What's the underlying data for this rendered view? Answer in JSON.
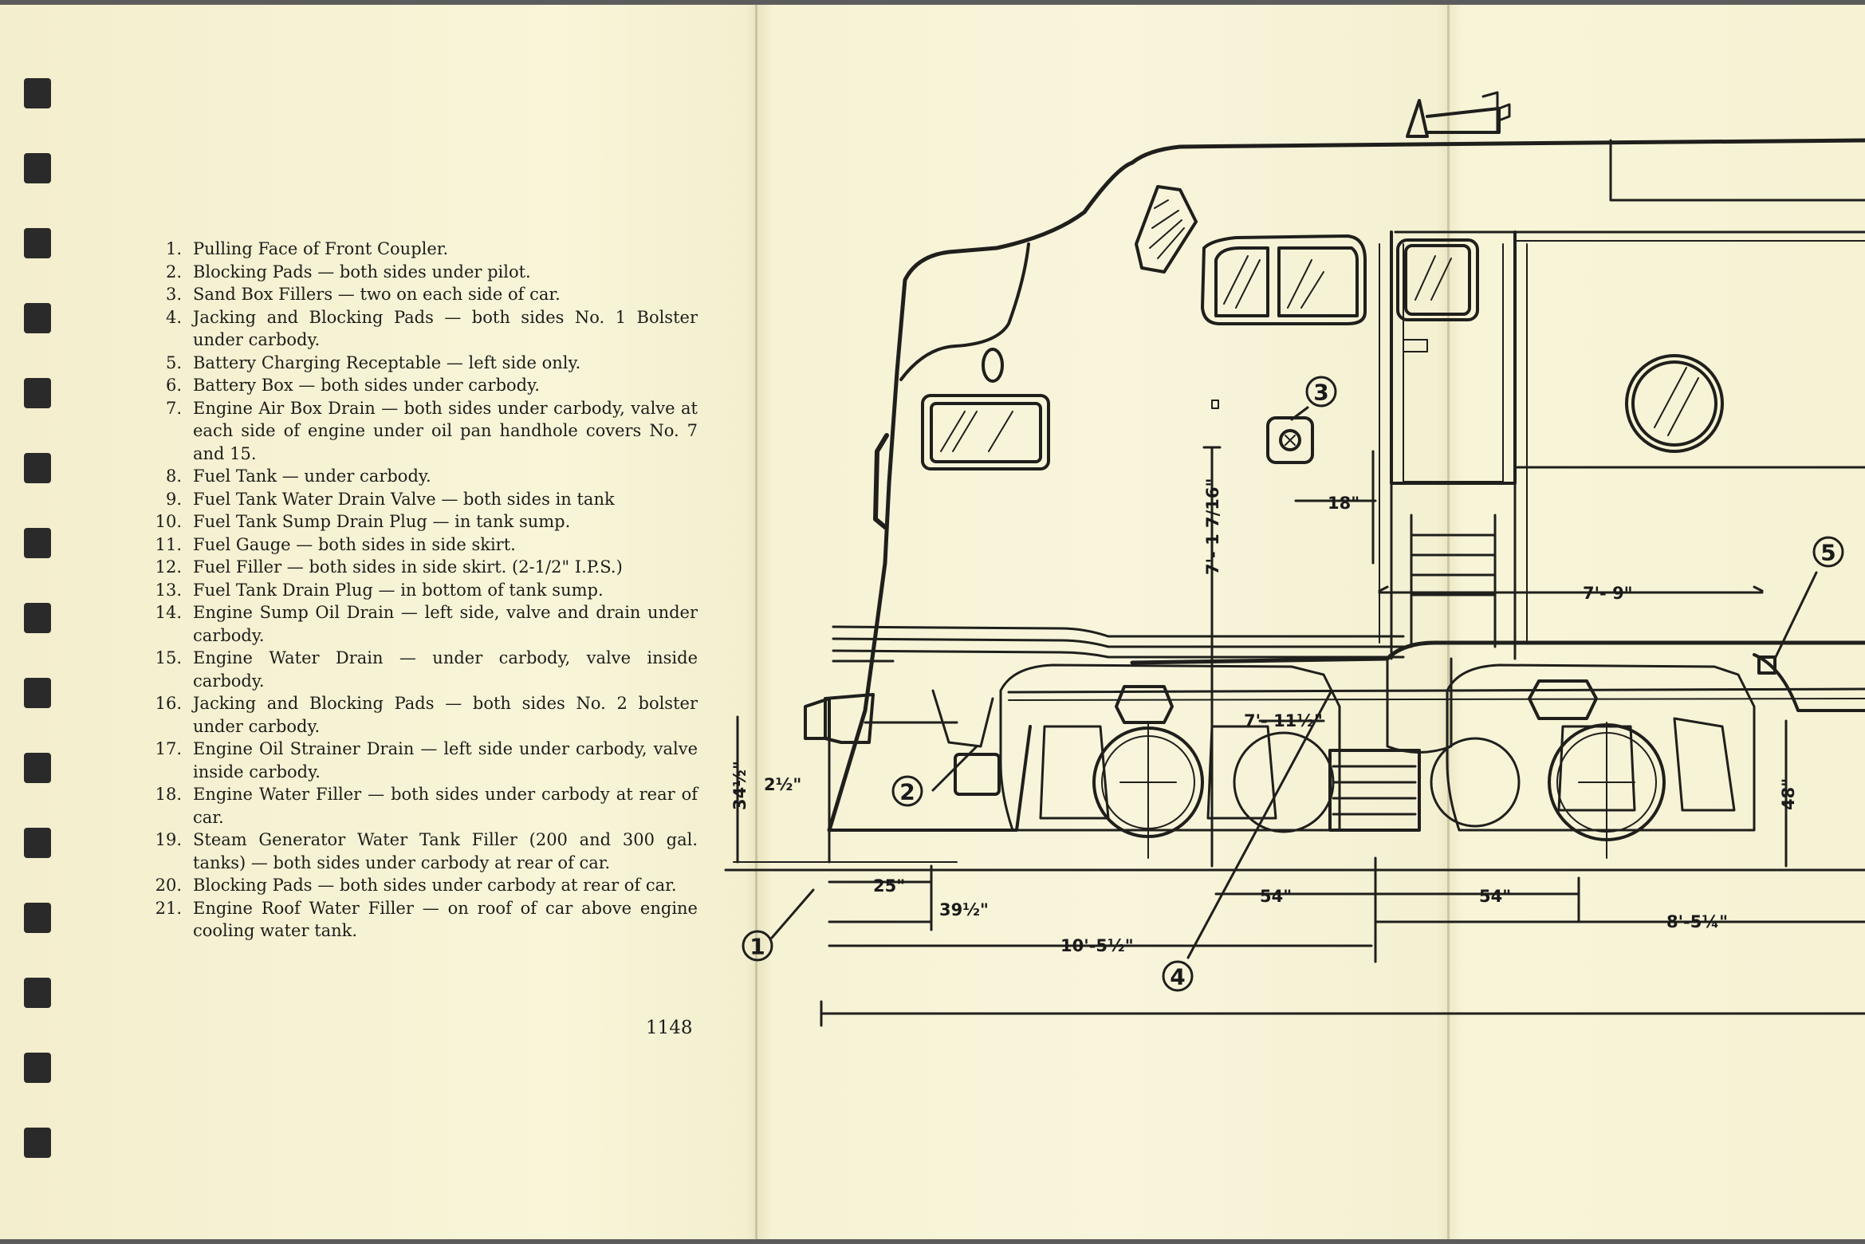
{
  "notes": [
    {
      "num": "1.",
      "text": "Pulling Face of Front Coupler."
    },
    {
      "num": "2.",
      "text": "Blocking Pads — both sides under pilot."
    },
    {
      "num": "3.",
      "text": "Sand Box Fillers — two on each side of car."
    },
    {
      "num": "4.",
      "text": "Jacking and Blocking Pads — both sides No. 1 Bolster under carbody."
    },
    {
      "num": "5.",
      "text": "Battery Charging Receptable — left side only."
    },
    {
      "num": "6.",
      "text": "Battery Box — both sides under carbody."
    },
    {
      "num": "7.",
      "text": "Engine Air Box Drain — both sides under carbody, valve at each side of engine under oil pan handhole covers No. 7 and 15."
    },
    {
      "num": "8.",
      "text": "Fuel Tank — under carbody."
    },
    {
      "num": "9.",
      "text": "Fuel Tank Water Drain Valve — both sides in tank"
    },
    {
      "num": "10.",
      "text": "Fuel Tank Sump Drain Plug — in tank sump."
    },
    {
      "num": "11.",
      "text": "Fuel Gauge — both sides in side skirt."
    },
    {
      "num": "12.",
      "text": "Fuel Filler — both sides in side skirt. (2-1/2\" I.P.S.)"
    },
    {
      "num": "13.",
      "text": "Fuel Tank Drain Plug — in bottom of tank sump."
    },
    {
      "num": "14.",
      "text": "Engine Sump Oil Drain — left side, valve and drain under carbody."
    },
    {
      "num": "15.",
      "text": "Engine Water Drain — under carbody, valve inside carbody."
    },
    {
      "num": "16.",
      "text": "Jacking and Blocking Pads — both sides No. 2 bolster under carbody."
    },
    {
      "num": "17.",
      "text": "Engine Oil Strainer Drain — left side under carbody, valve inside carbody."
    },
    {
      "num": "18.",
      "text": "Engine Water Filler — both sides under carbody at rear of car."
    },
    {
      "num": "19.",
      "text": "Steam Generator Water Tank Filler (200 and 300 gal. tanks) — both sides under carbody at rear of car."
    },
    {
      "num": "20.",
      "text": "Blocking Pads — both sides under carbody at rear of car."
    },
    {
      "num": "21.",
      "text": "Engine Roof Water Filler — on roof of car above engine cooling water tank."
    }
  ],
  "page_number": "1148",
  "drawing": {
    "callouts": [
      "1",
      "2",
      "3",
      "4",
      "5"
    ],
    "dimensions": {
      "d_7_9": "7'- 9\"",
      "d_7_11_half": "7'- 11½\"",
      "d_7_1_7_16": "7'- 1 7/16\"",
      "d_18": "18\"",
      "d_34_half": "34½\"",
      "d_2_half": "2½\"",
      "d_48": "48\"",
      "d_25": "25\"",
      "d_39_half": "39½\"",
      "d_54_a": "54\"",
      "d_54_b": "54\"",
      "d_8_5_quarter": "8'-5¼\"",
      "d_10_5_half": "10'-5½\""
    }
  }
}
